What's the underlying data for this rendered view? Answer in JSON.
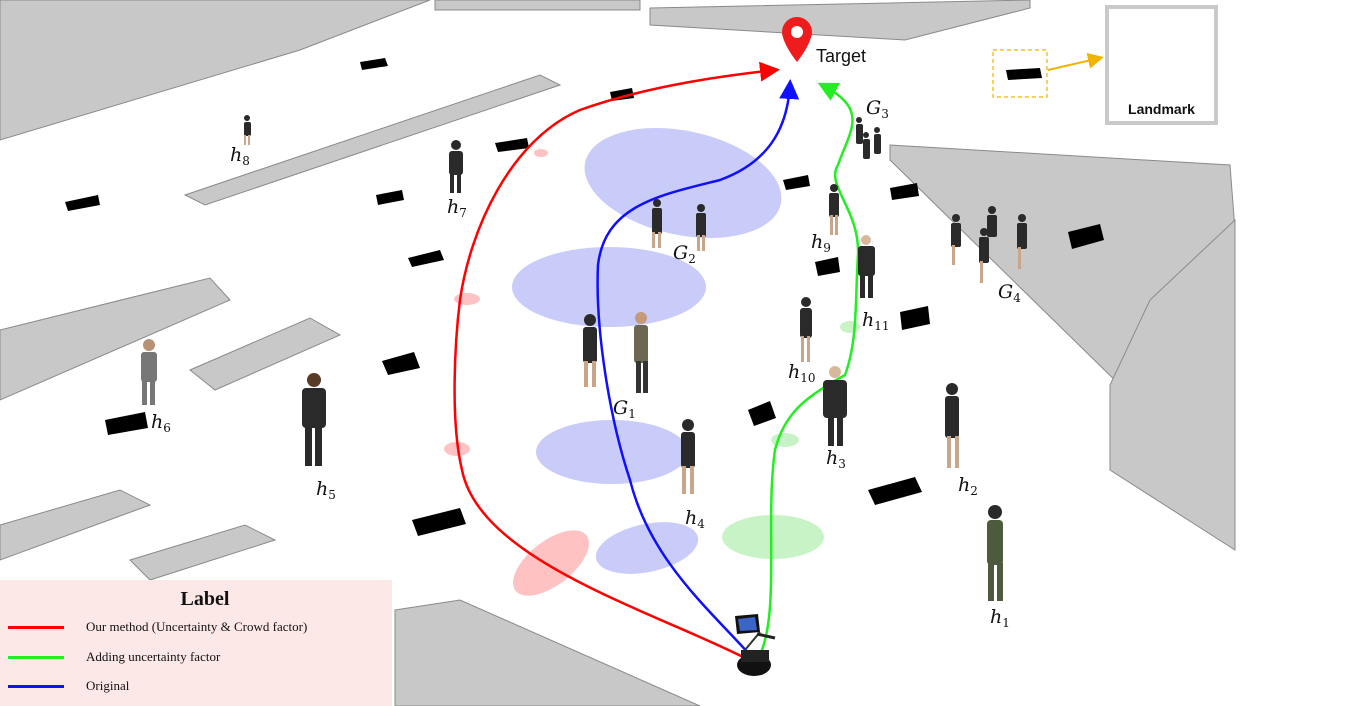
{
  "target_label": "Target",
  "landmark_label": "Landmark",
  "legend": {
    "title": "Label",
    "items": [
      {
        "label": "Our method (Uncertainty  & Crowd factor)",
        "color": "#ff0000"
      },
      {
        "label": "Adding uncertainty factor",
        "color": "#22ee22"
      },
      {
        "label": "Original",
        "color": "#1010ff"
      }
    ]
  },
  "labels": {
    "h1": {
      "base": "h",
      "sub": "1"
    },
    "h2": {
      "base": "h",
      "sub": "2"
    },
    "h3": {
      "base": "h",
      "sub": "3"
    },
    "h4": {
      "base": "h",
      "sub": "4"
    },
    "h5": {
      "base": "h",
      "sub": "5"
    },
    "h6": {
      "base": "h",
      "sub": "6"
    },
    "h7": {
      "base": "h",
      "sub": "7"
    },
    "h8": {
      "base": "h",
      "sub": "8"
    },
    "h9": {
      "base": "h",
      "sub": "9"
    },
    "h10": {
      "base": "h",
      "sub": "10"
    },
    "h11": {
      "base": "h",
      "sub": "11"
    },
    "G1": {
      "base": "G",
      "sub": "1"
    },
    "G2": {
      "base": "G",
      "sub": "2"
    },
    "G3": {
      "base": "G",
      "sub": "3"
    },
    "G4": {
      "base": "G",
      "sub": "4"
    }
  },
  "colors": {
    "our_method": "#ff0000",
    "uncertainty": "#22ee22",
    "original": "#1010ff",
    "group_zone": "#b7b9f7",
    "uncertainty_zone": "#b9f0b9",
    "our_zone": "#ffb3b3",
    "target_pin": "#ee1c1c",
    "landmark_arrow": "#f0b400",
    "wall": "#c8c8c8",
    "obstacle": "#000000"
  }
}
